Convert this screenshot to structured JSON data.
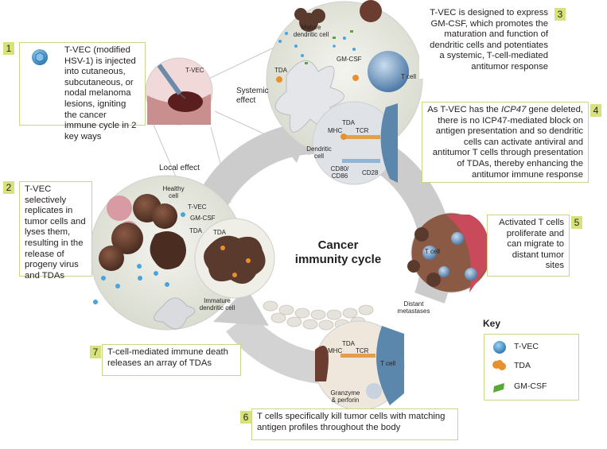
{
  "colors": {
    "accent_box": "#d8e27a",
    "box_border": "#c9d68a",
    "cycle_arrow": "#bdbdbd",
    "tumor": "#5b3a2e",
    "tvec": "#3a7fb5",
    "tda": "#e8902e",
    "gmcsf": "#5aa836",
    "tcell": "#6f9ac4"
  },
  "center_title": [
    "Cancer",
    "immunity cycle"
  ],
  "effects": {
    "systemic": "Systemic\neffect",
    "local": "Local effect"
  },
  "steps": [
    {
      "num": "1",
      "text": "T-VEC (modified HSV-1) is injected into cutaneous, subcutaneous, or nodal melanoma lesions, igniting the cancer immune cycle in 2 key ways"
    },
    {
      "num": "2",
      "text": "T-VEC selectively replicates in tumor cells and lyses them, resulting in the release of progeny virus and TDAs"
    },
    {
      "num": "3",
      "text": "T-VEC is designed to express GM-CSF, which promotes the maturation and function of dendritic cells and potentiates a systemic, T-cell-mediated antitumor response"
    },
    {
      "num": "4",
      "text_pre": "As T-VEC has the ",
      "text_em": "ICP47",
      "text_post": " gene deleted, there is no ICP47-mediated block on antigen presentation and so dendritic cells can activate antiviral and antitumor T cells through presentation of TDAs, thereby enhancing the antitumor immune response"
    },
    {
      "num": "5",
      "text": "Activated T cells proliferate and can migrate to distant tumor sites"
    },
    {
      "num": "6",
      "text": "T cells specifically kill tumor cells with matching antigen profiles throughout the body"
    },
    {
      "num": "7",
      "text": "T-cell-mediated immune death releases an array of TDAs"
    }
  ],
  "labels": {
    "tvec_injection": "T-VEC",
    "mature_dc": "Mature\ndendritic cell",
    "gmcsf_top": "GM-CSF",
    "tda_top": "TDA",
    "tcell_top": "T cell",
    "tda_synapse": "TDA",
    "mhc_synapse": "MHC",
    "tcr_synapse": "TCR",
    "dendritic_cell": "Dendritic\ncell",
    "cd80": "CD80/\nCD86",
    "cd28": "CD28",
    "healthy_cell": "Healthy\ncell",
    "tvec_local": "T-VEC",
    "gmcsf_local": "GM-CSF",
    "tda_local": "TDA",
    "tda_zoom": "TDA",
    "immature_dc": "Immature\ndendritic cell",
    "tcell_migrate": "T cell",
    "distant_metastases": "Distant\nmetastases",
    "tda_kill": "TDA",
    "mhc_kill": "MHC",
    "tcr_kill": "TCR",
    "tcell_kill": "T cell",
    "granzyme": "Granzyme\n& perforin"
  },
  "key": {
    "title": "Key",
    "items": [
      {
        "icon": "tvec-icon",
        "label": "T-VEC"
      },
      {
        "icon": "tda-icon",
        "label": "TDA"
      },
      {
        "icon": "gmcsf-icon",
        "label": "GM-CSF"
      }
    ]
  }
}
